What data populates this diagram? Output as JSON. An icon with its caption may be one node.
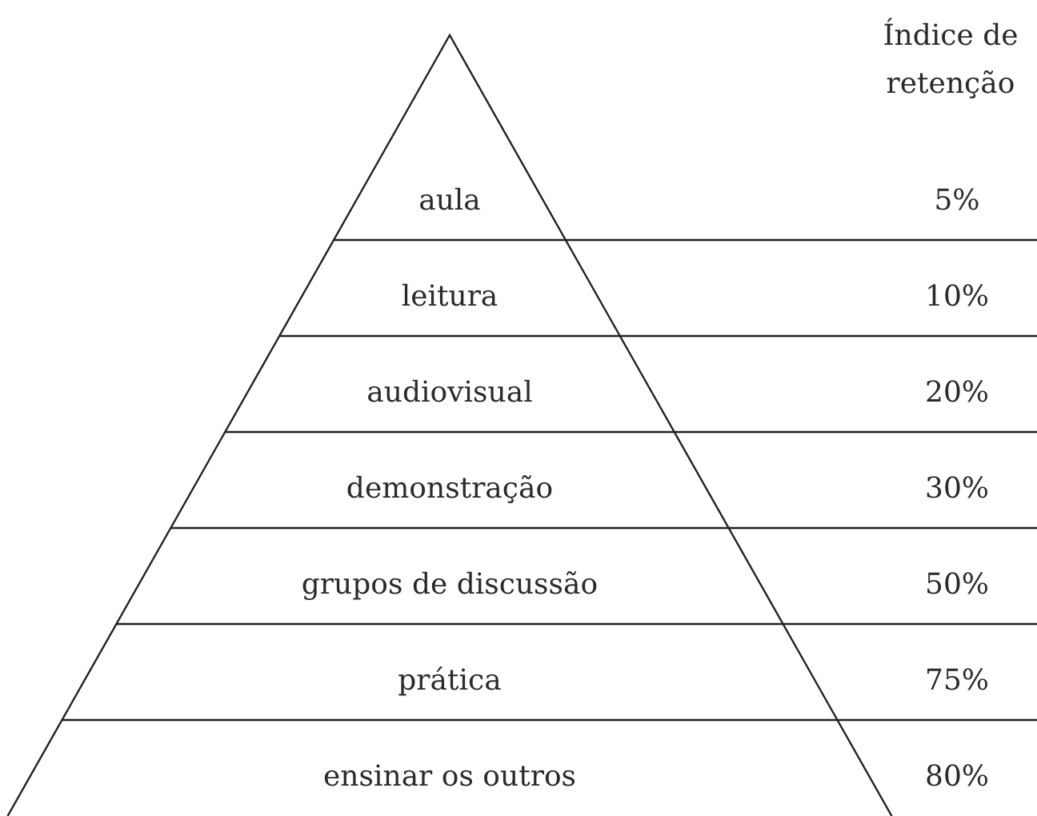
{
  "diagram": {
    "nodes": [
      {
        "text": [
          "aula",
          "5%"
        ]
      },
      {
        "text": [
          "leitura",
          "10%"
        ]
      },
      {
        "text": [
          "audiovisual",
          "20%"
        ]
      },
      {
        "text": [
          "demonstração",
          "30%"
        ]
      },
      {
        "text": [
          "grupos de discussão",
          "50%"
        ]
      },
      {
        "text": [
          "prática",
          "75%"
        ]
      },
      {
        "text": [
          "ensinar os outros",
          "80%"
        ]
      }
    ],
    "labels": [
      "Índice de retenção"
    ]
  }
}
